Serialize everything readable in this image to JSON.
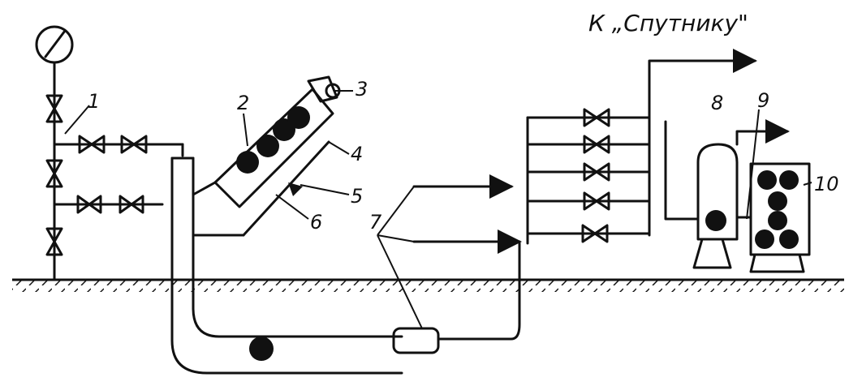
{
  "diagram": {
    "destination_label": "К „Спутнику\"",
    "labels": [
      "1",
      "2",
      "3",
      "4",
      "5",
      "6",
      "7",
      "8",
      "9",
      "10"
    ]
  }
}
